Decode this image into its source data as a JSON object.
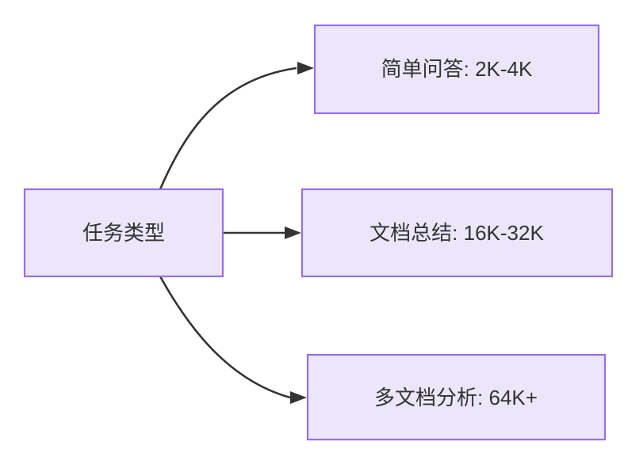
{
  "diagram": {
    "type": "flowchart",
    "direction": "left-to-right",
    "background_color": "#ffffff",
    "node_fill_color": "#ebe6fa",
    "node_border_color": "#9670e0",
    "text_color": "#333333",
    "edge_color": "#333333",
    "root": {
      "id": "task-type",
      "label": "任务类型"
    },
    "branches": [
      {
        "id": "simple-qa",
        "label": "简单问答: 2K-4K",
        "edge_style": "curved"
      },
      {
        "id": "doc-summary",
        "label": "文档总结: 16K-32K",
        "edge_style": "straight"
      },
      {
        "id": "multi-doc-analysis",
        "label": "多文档分析: 64K+",
        "edge_style": "curved"
      }
    ]
  }
}
